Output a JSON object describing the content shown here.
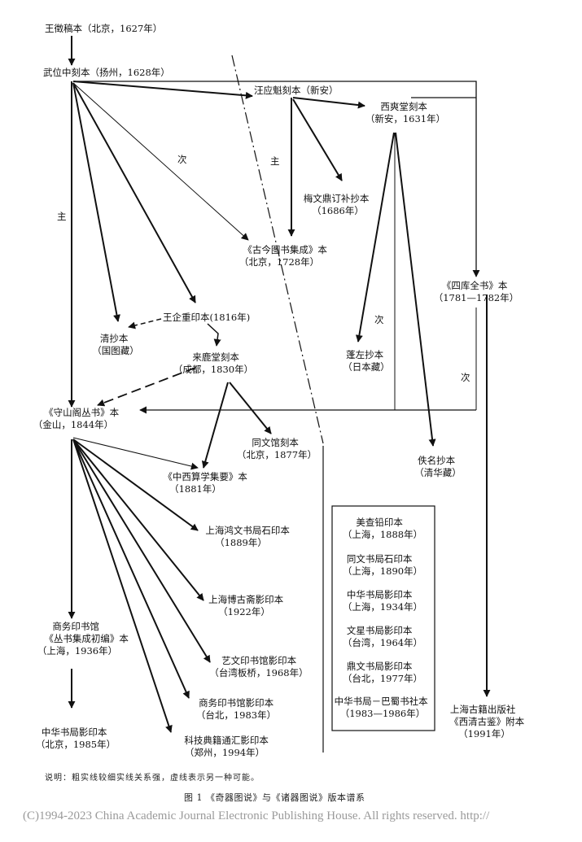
{
  "nodes": [
    {
      "id": "wang_zheng",
      "lines": [
        "王徵稿本（北京，1627年）"
      ]
    },
    {
      "id": "wuwei",
      "lines": [
        "武位中刻本（扬州，1628年）"
      ]
    },
    {
      "id": "wang_yingkui",
      "lines": [
        "汪应魁刻本（新安）"
      ]
    },
    {
      "id": "xishuang",
      "lines": [
        "西爽堂刻本",
        "（新安，1631年）"
      ]
    },
    {
      "id": "mei_wending",
      "lines": [
        "梅文鼎订补抄本",
        "（1686年）"
      ]
    },
    {
      "id": "gujin",
      "lines": [
        "《古今图书集成》本",
        "（北京，1728年）"
      ]
    },
    {
      "id": "siku",
      "lines": [
        "《四库全书》本",
        "（1781—1782年）"
      ]
    },
    {
      "id": "wang_qi",
      "lines": [
        "王企重印本(1816年)"
      ]
    },
    {
      "id": "qing_chao",
      "lines": [
        "清抄本",
        "（国图藏）"
      ]
    },
    {
      "id": "laiLu",
      "lines": [
        "来鹿堂刻本",
        "（成都，1830年）"
      ]
    },
    {
      "id": "penglai",
      "lines": [
        "蓬左抄本",
        "（日本藏）"
      ]
    },
    {
      "id": "shoushan",
      "lines": [
        "《守山阁丛书》本",
        "（金山，1844年）"
      ]
    },
    {
      "id": "tongwen",
      "lines": [
        "同文馆刻本",
        "（北京，1877年）"
      ]
    },
    {
      "id": "zhongxi",
      "lines": [
        "《中西算学集要》本",
        "（1881年）"
      ]
    },
    {
      "id": "yiming",
      "lines": [
        "佚名抄本",
        "（清华藏）"
      ]
    },
    {
      "id": "hongwen",
      "lines": [
        "上海鸿文书局石印本",
        "（1889年）"
      ]
    },
    {
      "id": "bogu",
      "lines": [
        "上海博古斋影印本",
        "（1922年）"
      ]
    },
    {
      "id": "shangwu1936",
      "lines": [
        "商务印书馆",
        "《丛书集成初编》本",
        "（上海，1936年）"
      ]
    },
    {
      "id": "yiwen",
      "lines": [
        "艺文印书馆影印本",
        "（台湾板桥，1968年）"
      ]
    },
    {
      "id": "shangwu1983",
      "lines": [
        "商务印书馆影印本",
        "（台北，1983年）"
      ]
    },
    {
      "id": "zhonghua1985",
      "lines": [
        "中华书局影印本",
        "（北京，1985年）"
      ]
    },
    {
      "id": "keji",
      "lines": [
        "科技典籍通汇影印本",
        "（郑州，1994年）"
      ]
    },
    {
      "id": "shanghai_guji",
      "lines": [
        "上海古籍出版社",
        "《西清古鉴》附本",
        "（1991年）"
      ]
    }
  ],
  "box_items": [
    {
      "lines": [
        "美查铅印本",
        "（上海，1888年）"
      ]
    },
    {
      "lines": [
        "同文书局石印本",
        "（上海，1890年）"
      ]
    },
    {
      "lines": [
        "中华书局影印本",
        "（上海，1934年）"
      ]
    },
    {
      "lines": [
        "文星书局影印本",
        "（台湾，1964年）"
      ]
    },
    {
      "lines": [
        "鼎文书局影印本",
        "（台北，1977年）"
      ]
    },
    {
      "lines": [
        "中华书局－巴蜀书社本",
        "（1983—1986年）"
      ]
    }
  ],
  "edge_marks": {
    "main": "主",
    "secondary": "次"
  },
  "caption": {
    "note": "说明：粗实线较细实线关系强，虚线表示另一种可能。",
    "figure": "图  1    《奇器图说》与《诸器图说》版本谱系"
  },
  "copyright": "(C)1994-2023 China Academic Journal Electronic Publishing House. All rights reserved.    http://"
}
